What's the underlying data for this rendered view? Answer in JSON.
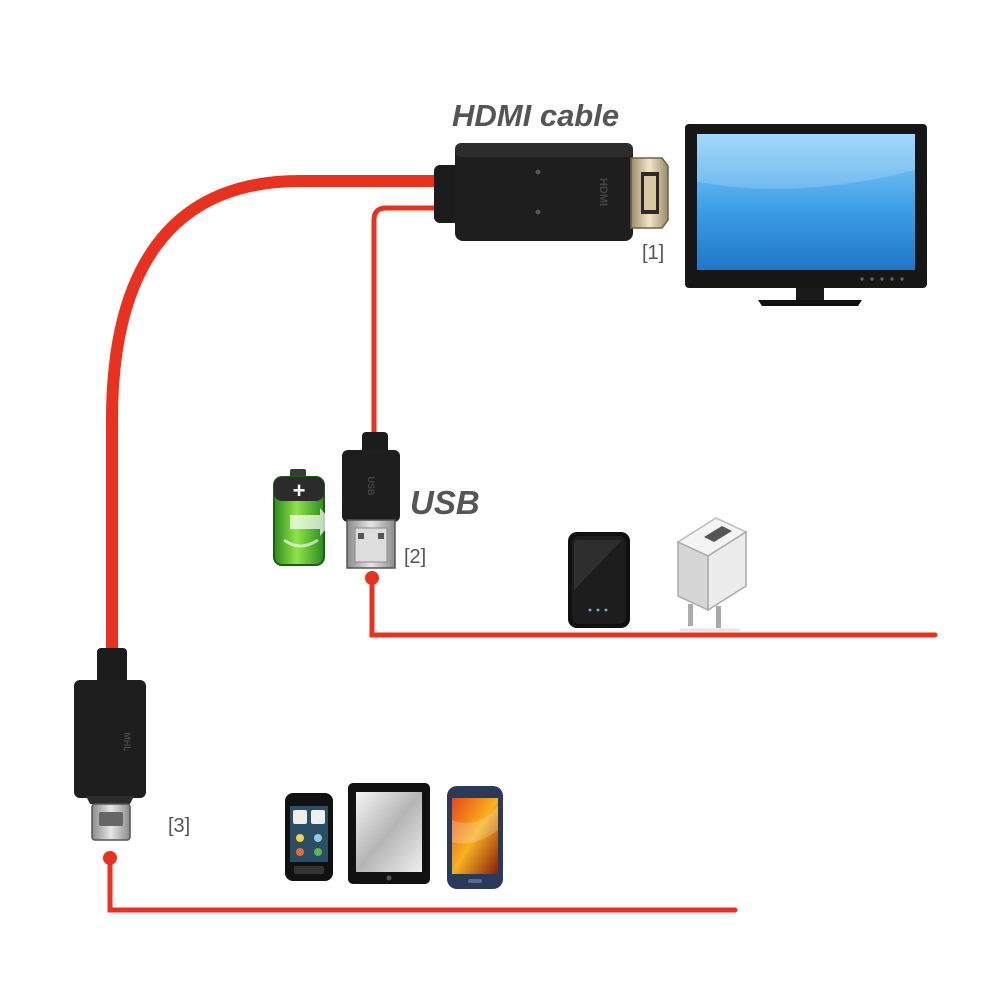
{
  "labels": {
    "hdmi_title": "HDMI cable",
    "usb_title": "USB",
    "marker_1": "[1]",
    "marker_2": "[2]",
    "marker_3": "[3]"
  },
  "connector_text": {
    "hdmi_plug": "HDMI",
    "usb_plug": "USB",
    "micro_plug": "MHL"
  },
  "icons": [
    "tv-monitor-icon",
    "battery-charge-icon",
    "power-bank-icon",
    "wall-charger-icon",
    "phone-icon",
    "tablet-icon",
    "smartphone-icon"
  ],
  "colors": {
    "cable": "#e8321f",
    "connector": "#1c1c1c",
    "screen": "#3a9fe0",
    "text": "#555555"
  }
}
